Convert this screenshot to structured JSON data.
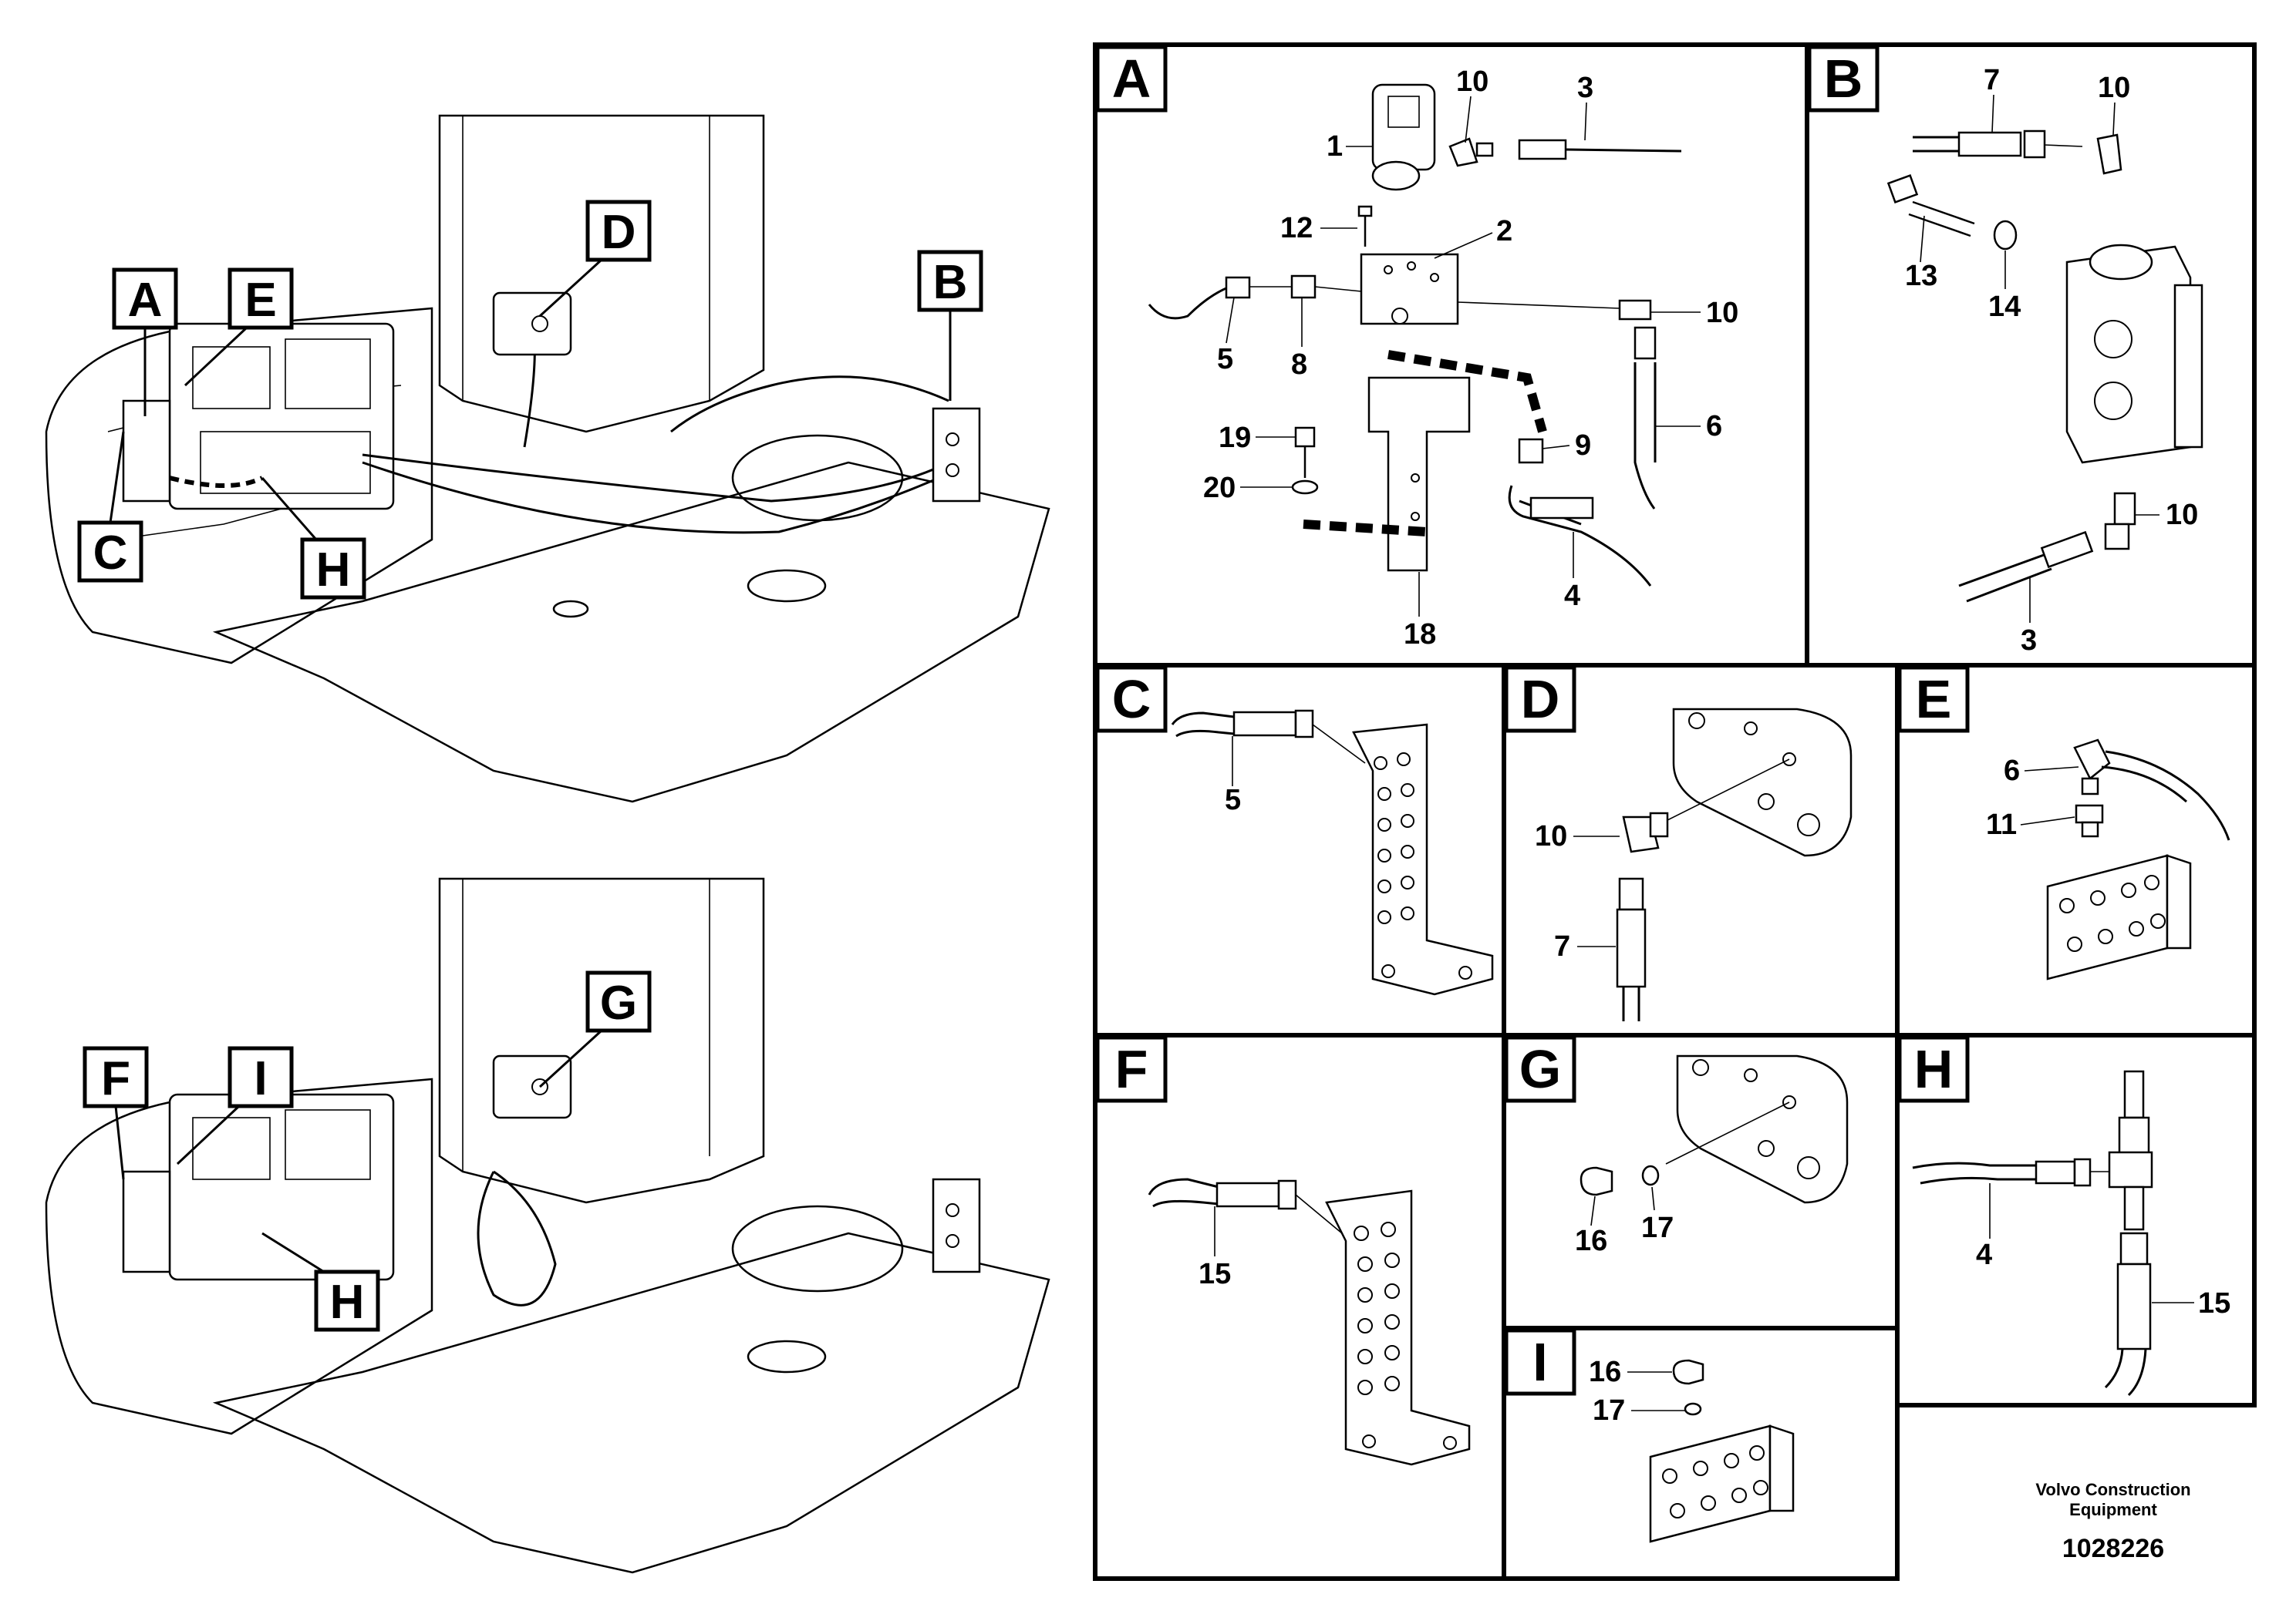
{
  "overview_callouts": {
    "top": [
      "A",
      "E",
      "D",
      "B",
      "C",
      "H"
    ],
    "bottom": [
      "F",
      "I",
      "G",
      "H"
    ]
  },
  "panels": {
    "A": {
      "letter": "A",
      "parts": [
        "1",
        "10",
        "3",
        "12",
        "2",
        "5",
        "8",
        "10",
        "19",
        "20",
        "9",
        "6",
        "4",
        "18"
      ]
    },
    "B": {
      "letter": "B",
      "parts": [
        "7",
        "10",
        "13",
        "14",
        "10",
        "3"
      ]
    },
    "C": {
      "letter": "C",
      "parts": [
        "5"
      ]
    },
    "D": {
      "letter": "D",
      "parts": [
        "10",
        "7"
      ]
    },
    "E": {
      "letter": "E",
      "parts": [
        "6",
        "11"
      ]
    },
    "F": {
      "letter": "F",
      "parts": [
        "15"
      ]
    },
    "G": {
      "letter": "G",
      "parts": [
        "16",
        "17"
      ]
    },
    "H": {
      "letter": "H",
      "parts": [
        "4",
        "15"
      ]
    },
    "I": {
      "letter": "I",
      "parts": [
        "16",
        "17"
      ]
    }
  },
  "footer": {
    "brand_line1": "Volvo Construction",
    "brand_line2": "Equipment",
    "drawing_number": "1028226"
  }
}
